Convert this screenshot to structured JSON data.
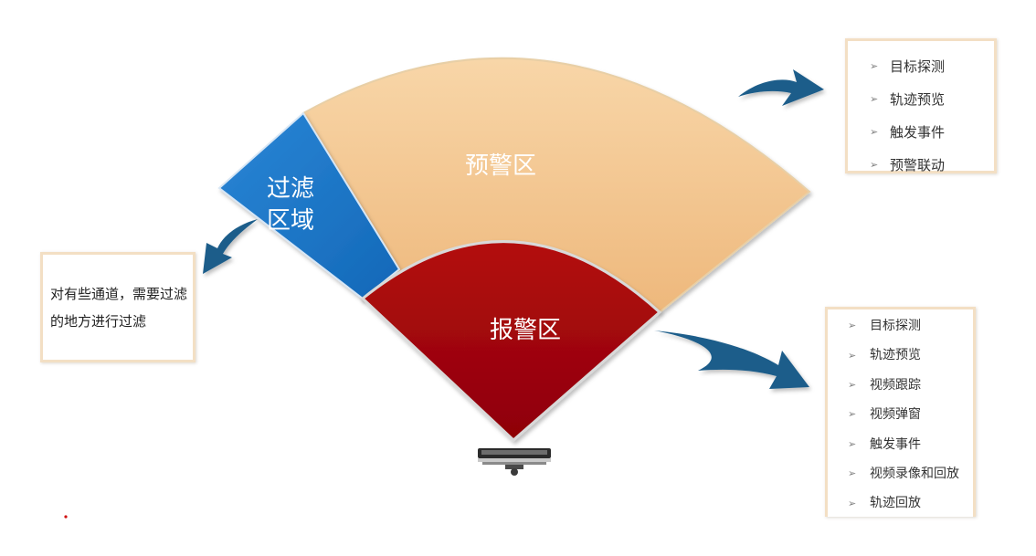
{
  "zones": {
    "filter_label_line1": "过滤",
    "filter_label_line2": "区域",
    "warning_label": "预警区",
    "alarm_label": "报警区"
  },
  "filter_note": "对有些通道，需要过滤的地方进行过滤",
  "warning_features": [
    "目标探测",
    "轨迹预览",
    "触发事件",
    "预警联动"
  ],
  "alarm_features": [
    "目标探测",
    "轨迹预览",
    "视频跟踪",
    "视频弹窗",
    "触发事件",
    "视频录像和回放",
    "轨迹回放"
  ],
  "icons": {
    "bullet": "triangle-right-icon",
    "camera": "radar-camera-icon",
    "callout": "curved-arrow-icon"
  },
  "colors": {
    "filter_zone": "#1a78cc",
    "warning_zone": "#f4c58f",
    "alarm_zone": "#a80408",
    "callout_arrow": "#1d5d8a",
    "box_border": "#f3dfc4"
  }
}
